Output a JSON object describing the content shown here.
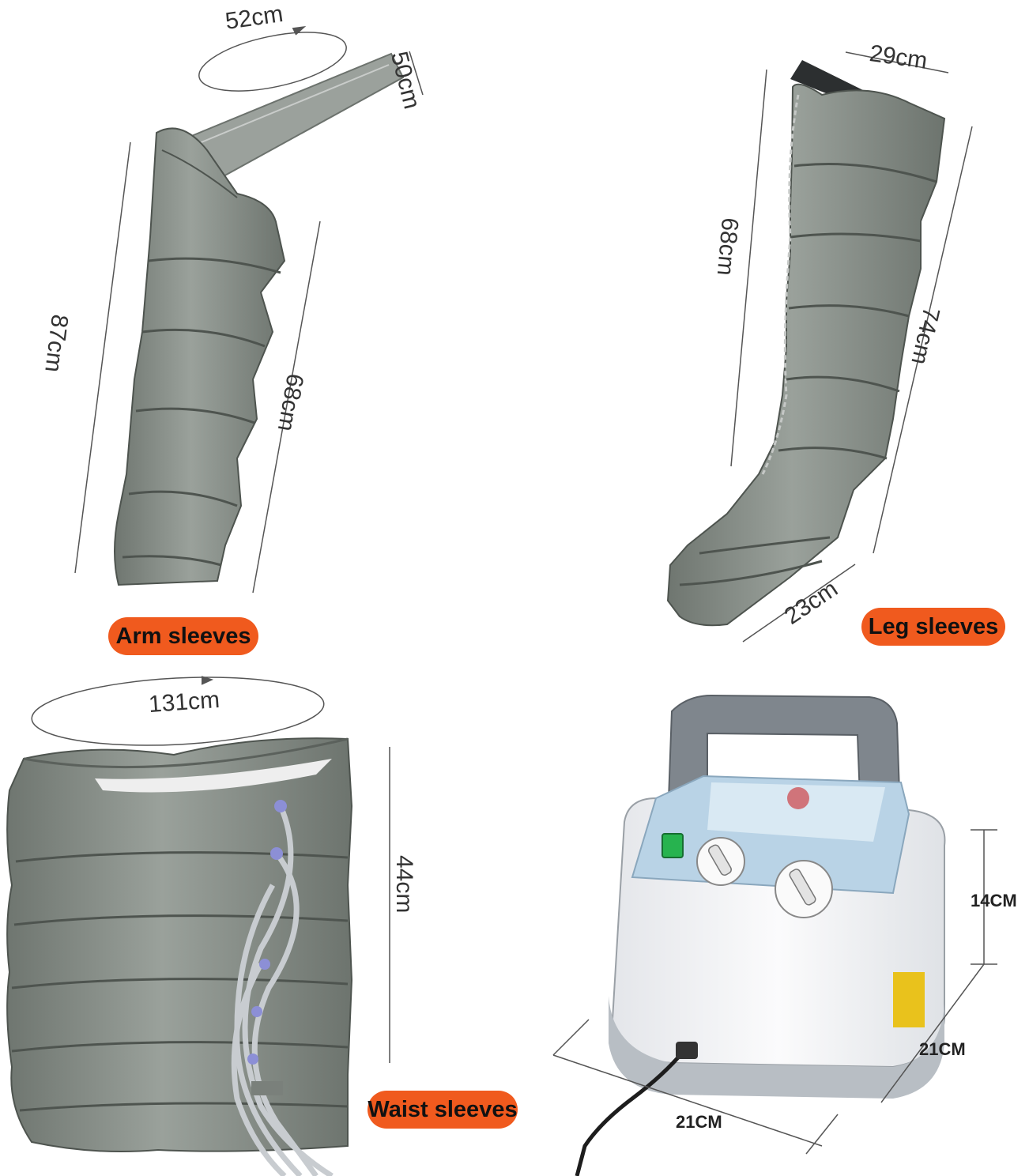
{
  "labels": {
    "arm": "Arm sleeves",
    "leg": "Leg sleeves",
    "waist": "Waist sleeves"
  },
  "arm_dims": {
    "circumference": "52cm",
    "strap": "50cm",
    "total_length": "87cm",
    "inner_length": "68cm"
  },
  "leg_dims": {
    "top_width": "29cm",
    "inner_length": "68cm",
    "outer_length": "74cm",
    "foot_width": "23cm"
  },
  "waist_dims": {
    "circumference": "131cm",
    "height": "44cm"
  },
  "device_dims": {
    "height": "14CM",
    "depth": "21CM",
    "width": "21CM"
  },
  "colors": {
    "accent": "#f05a1e",
    "sleeve": "#8a918b",
    "device_body": "#f2f3f5",
    "device_panel": "#b9d3e6"
  }
}
